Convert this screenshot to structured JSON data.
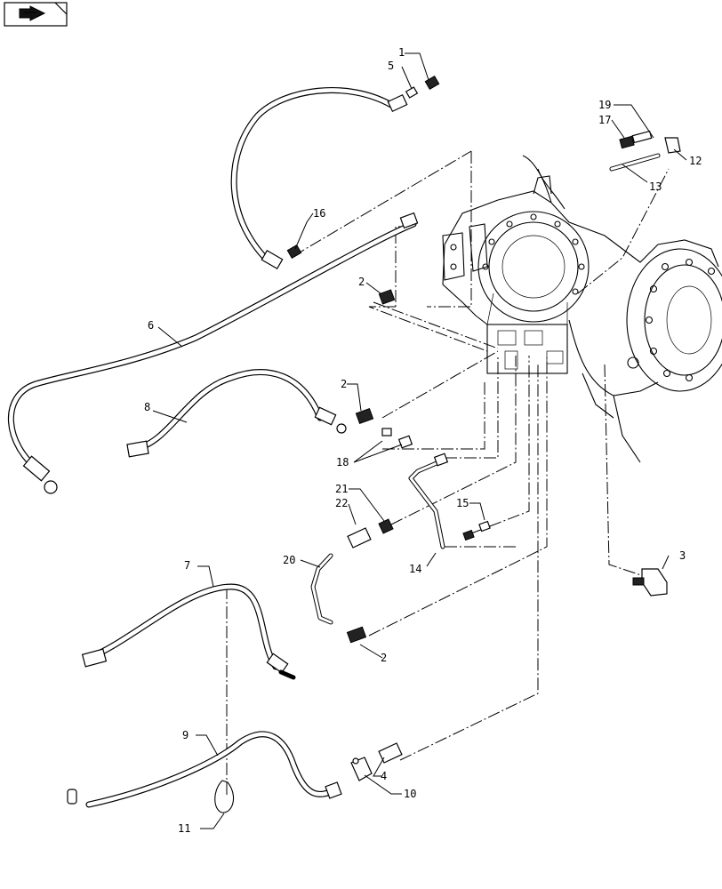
{
  "nav": {
    "icon": "arrow-nav-icon"
  },
  "callouts": [
    {
      "id": "c1",
      "text": "1"
    },
    {
      "id": "c5",
      "text": "5"
    },
    {
      "id": "c19",
      "text": "19"
    },
    {
      "id": "c17",
      "text": "17"
    },
    {
      "id": "c12",
      "text": "12"
    },
    {
      "id": "c13",
      "text": "13"
    },
    {
      "id": "c16",
      "text": "16"
    },
    {
      "id": "c2a",
      "text": "2"
    },
    {
      "id": "c6",
      "text": "6"
    },
    {
      "id": "c2b",
      "text": "2"
    },
    {
      "id": "c8",
      "text": "8"
    },
    {
      "id": "c18",
      "text": "18"
    },
    {
      "id": "c21",
      "text": "21"
    },
    {
      "id": "c22",
      "text": "22"
    },
    {
      "id": "c15",
      "text": "15"
    },
    {
      "id": "c20",
      "text": "20"
    },
    {
      "id": "c14",
      "text": "14"
    },
    {
      "id": "c3",
      "text": "3"
    },
    {
      "id": "c7",
      "text": "7"
    },
    {
      "id": "c2c",
      "text": "2"
    },
    {
      "id": "c9",
      "text": "9"
    },
    {
      "id": "c4",
      "text": "4"
    },
    {
      "id": "c10",
      "text": "10"
    },
    {
      "id": "c11",
      "text": "11"
    }
  ]
}
